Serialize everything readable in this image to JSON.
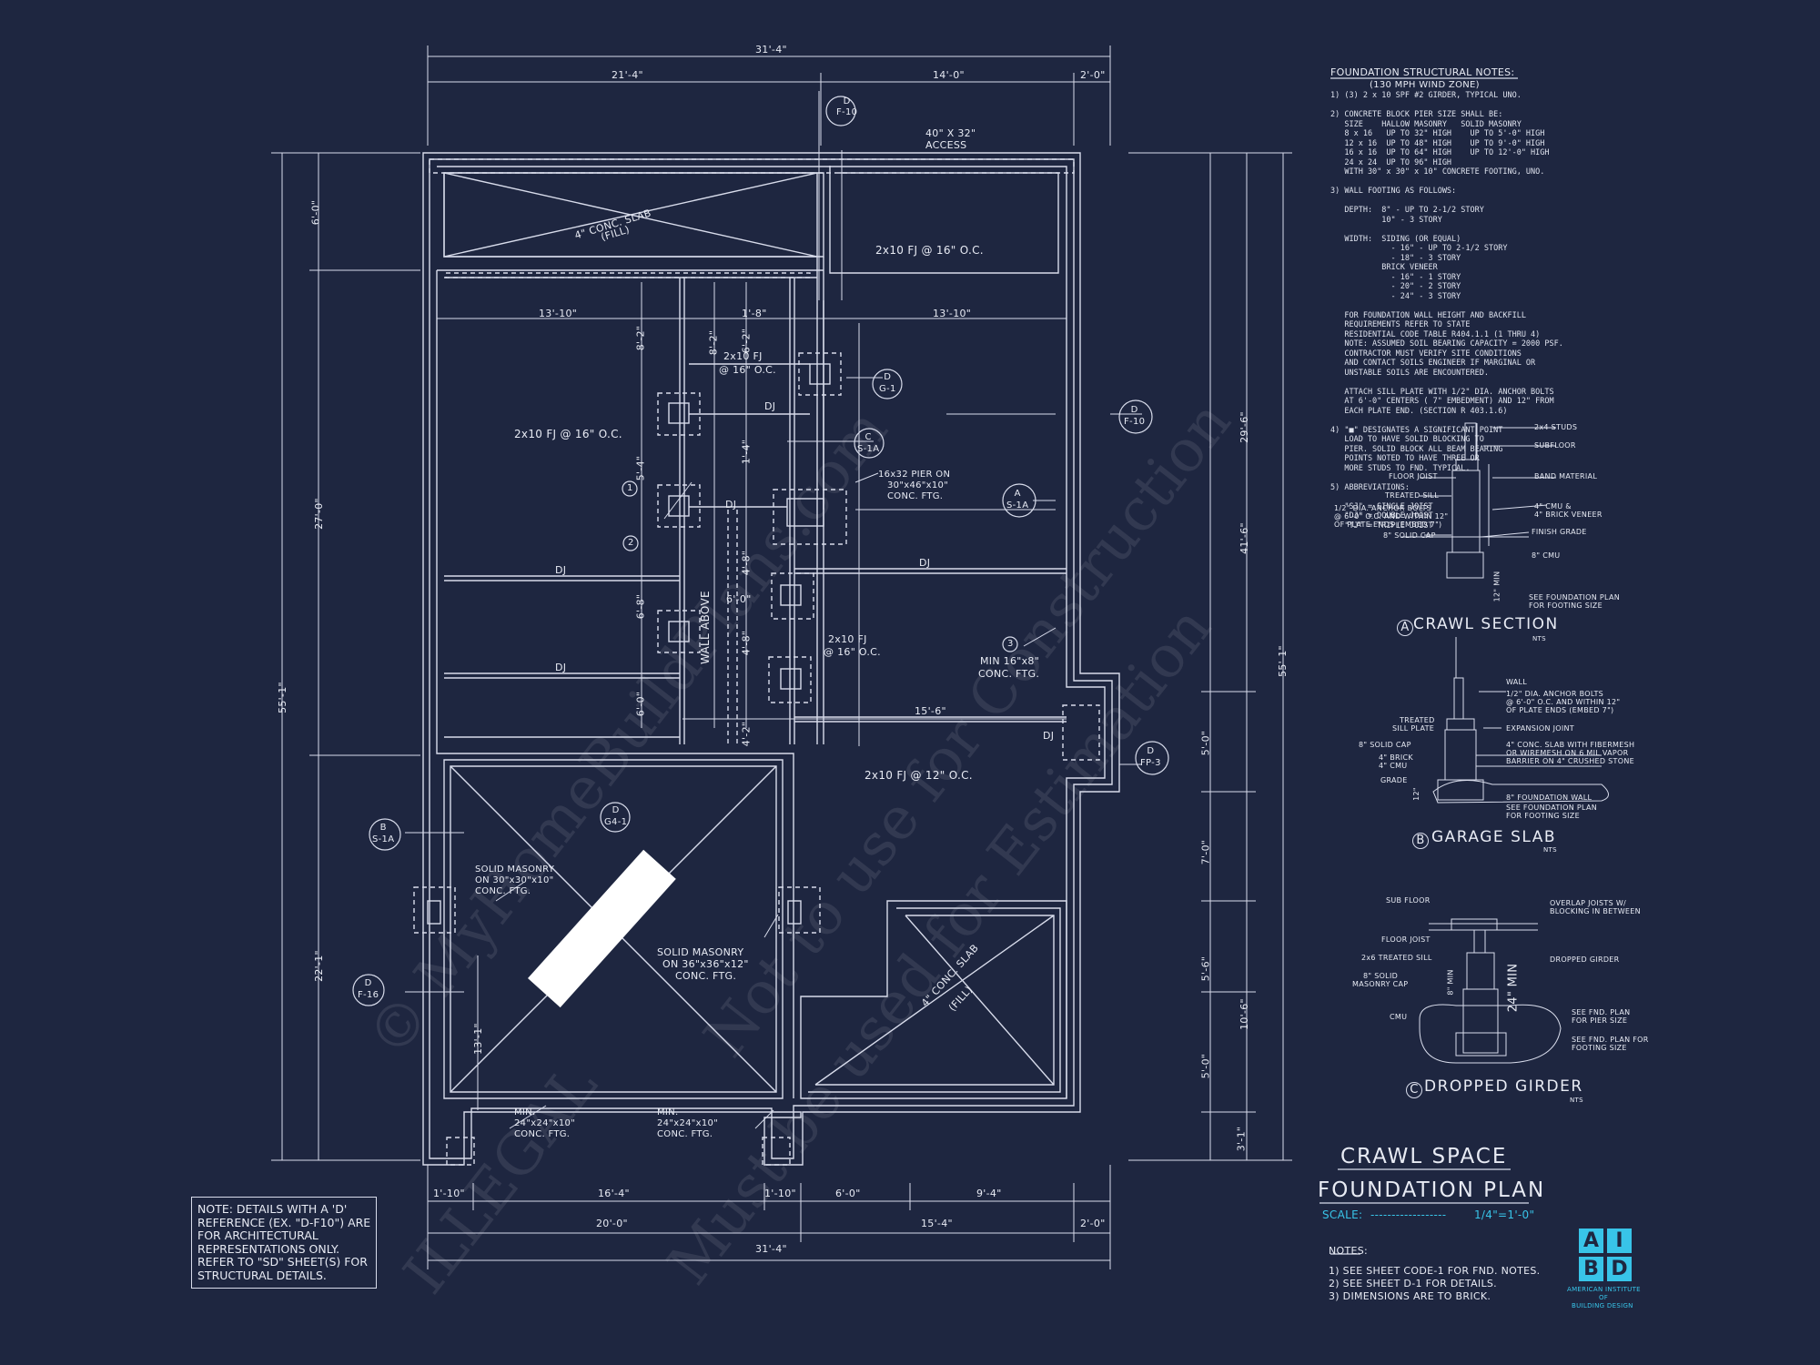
{
  "colors": {
    "background": "#1e2640",
    "lines": "#d8dceb",
    "accent": "#38c4e8",
    "watermark": "rgba(255,255,255,0.09)"
  },
  "dims": {
    "overall_top": "31'-4\"",
    "top_left": "21'-4\"",
    "top_mid": "14'-0\"",
    "top_right": "2'-0\"",
    "left_total": "55'-1\"",
    "left_top": "6'-0\"",
    "left_mid": "27'-0\"",
    "left_bot": "22'-1\"",
    "right_total": "55'-1\"",
    "right_a": "29'-6\"",
    "right_b": "41'-6\"",
    "right_c": "10'-6\"",
    "right_d": "3'-1\"",
    "right_s1": "5'-0\"",
    "right_s2": "7'-0\"",
    "right_s3": "5'-6\"",
    "right_s4": "5'-0\"",
    "b_1": "1'-10\"",
    "b_2": "16'-4\"",
    "b_3": "1'-10\"",
    "b_4": "6'-0\"",
    "b_5": "9'-4\"",
    "b_6": "20'-0\"",
    "b_7": "15'-4\"",
    "b_8": "2'-0\"",
    "overall_bottom": "31'-4\"",
    "in_13_10": "13'-10\"",
    "in_1_8": "1'-8\"",
    "in_13_10b": "13'-10\"",
    "in_15_6": "15'-6\"",
    "v_8_2a": "8'-2\"",
    "v_8_2b": "8'-2\"",
    "v_6_2": "6'-2\"",
    "v_5_4": "5'-4\"",
    "v_1_4": "1'-4\"",
    "v_4_8a": "4'-8\"",
    "v_6_8": "6'-8\"",
    "v_6_0": "6'-0\"",
    "v_4_8b": "4'-8\"",
    "v_6_0b": "6'-0\"",
    "v_4_2": "4'-2\"",
    "v_13_1": "13'-1\""
  },
  "labels": {
    "access": "40\" X 32\"",
    "access2": "ACCESS",
    "slab_top": "4\" CONC. SLAB",
    "slab_fill": "(FILL)",
    "fj_top": "2x10 FJ @ 16\" O.C.",
    "fj_left": "2x10 FJ @ 16\" O.C.",
    "fj_small": "2x10 FJ",
    "fj_small2": "@ 16\" O.C.",
    "fj_mid": "2x10 FJ",
    "fj_mid2": "@ 16\" O.C.",
    "fj_12": "2x10 FJ @ 12\" O.C.",
    "dj1": "DJ",
    "dj2": "DJ",
    "dj3": "DJ",
    "dj4": "DJ",
    "dj5": "DJ",
    "dj6": "DJ",
    "pier1": "16x32 PIER ON",
    "pier2": "30\"x46\"x10\"",
    "pier3": "CONC. FTG.",
    "minftg1": "MIN 16\"x8\"",
    "minftg2": "CONC. FTG.",
    "wall_above": "WALL ABOVE",
    "solid1a": "SOLID MASONRY",
    "solid1b": "ON 30\"x30\"x10\"",
    "solid1c": "CONC. FTG.",
    "solid2a": "SOLID MASONRY",
    "solid2b": "ON 36\"x36\"x12\"",
    "solid2c": "CONC. FTG.",
    "min1a": "MIN.",
    "min1b": "24\"x24\"x10\"",
    "min1c": "CONC. FTG.",
    "min2a": "MIN.",
    "min2b": "24\"x24\"x10\"",
    "min2c": "CONC. FTG.",
    "slab_bot": "4\" CONC. SLAB",
    "slab_bot_fill": "(FILL)"
  },
  "tags": {
    "d_f10_top": {
      "top": "D",
      "bot": "F-10"
    },
    "d_g1": {
      "top": "D",
      "bot": "G-1"
    },
    "c_s1a": {
      "top": "C",
      "bot": "S-1A"
    },
    "a_s1a": {
      "top": "A",
      "bot": "S-1A"
    },
    "d_f10_right": {
      "top": "D",
      "bot": "F-10"
    },
    "d_fp3": {
      "top": "D",
      "bot": "FP-3"
    },
    "b_s1a": {
      "top": "B",
      "bot": "S-1A"
    },
    "d_g4": {
      "top": "D",
      "bot": "G4-1"
    },
    "d_f16": {
      "top": "D",
      "bot": "F-16"
    },
    "n1": "1",
    "n2": "2",
    "n3": "3"
  },
  "note_box": "NOTE: DETAILS WITH A 'D'\nREFERENCE (EX. \"D-F10\") ARE\nFOR ARCHITECTURAL\nREPRESENTATIONS ONLY.\nREFER TO \"SD\" SHEET(S) FOR\nSTRUCTURAL DETAILS.",
  "structural_notes": {
    "title": "FOUNDATION STRUCTURAL NOTES:",
    "subtitle": "(130 MPH WIND ZONE)",
    "body": "1) (3) 2 x 10 SPF #2 GIRDER, TYPICAL UNO.\n\n2) CONCRETE BLOCK PIER SIZE SHALL BE:\n   SIZE    HALLOW MASONRY   SOLID MASONRY\n   8 x 16   UP TO 32\" HIGH    UP TO 5'-0\" HIGH\n   12 x 16  UP TO 48\" HIGH    UP TO 9'-0\" HIGH\n   16 x 16  UP TO 64\" HIGH    UP TO 12'-0\" HIGH\n   24 x 24  UP TO 96\" HIGH\n   WITH 30\" x 30\" x 10\" CONCRETE FOOTING, UNO.\n\n3) WALL FOOTING AS FOLLOWS:\n\n   DEPTH:  8\" - UP TO 2-1/2 STORY\n           10\" - 3 STORY\n\n   WIDTH:  SIDING (OR EQUAL)\n             - 16\" - UP TO 2-1/2 STORY\n             - 18\" - 3 STORY\n           BRICK VENEER\n             - 16\" - 1 STORY\n             - 20\" - 2 STORY\n             - 24\" - 3 STORY\n\n   FOR FOUNDATION WALL HEIGHT AND BACKFILL\n   REQUIREMENTS REFER TO STATE\n   RESIDENTIAL CODE TABLE R404.1.1 (1 THRU 4)\n   NOTE: ASSUMED SOIL BEARING CAPACITY = 2000 PSF.\n   CONTRACTOR MUST VERIFY SITE CONDITIONS\n   AND CONTACT SOILS ENGINEER IF MARGINAL OR\n   UNSTABLE SOILS ARE ENCOUNTERED.\n\n   ATTACH SILL PLATE WITH 1/2\" DIA. ANCHOR BOLTS\n   AT 6'-0\" CENTERS ( 7\" EMBEDMENT) AND 12\" FROM\n   EACH PLATE END. (SECTION R 403.1.6)\n\n4) \"■\" DESIGNATES A SIGNIFICANT POINT\n   LOAD TO HAVE SOLID BLOCKING TO\n   PIER. SOLID BLOCK ALL BEAM BEARING\n   POINTS NOTED TO HAVE THREE OR\n   MORE STUDS TO FND. TYPICAL.\n\n5) ABBREVIATIONS:\n\n   \"SJ\" = SINGLE JOIST\n   \"DJ\" = DOUBLE JOIST\n   \"TJ\" = TRIPLE JOIST"
  },
  "details": {
    "a_title": "CRAWL SECTION",
    "a_letter": "A",
    "a_nts": "NTS",
    "a_l1": "2x4 STUDS",
    "a_l2": "SUBFLOOR",
    "a_l3": "FLOOR JOIST",
    "a_l4": "BAND MATERIAL",
    "a_l5": "TREATED SILL",
    "a_l6": "4\" CMU &",
    "a_l6b": "4\" BRICK VENEER",
    "a_l7": "1/2\" DIA. ANCHOR BOLTS",
    "a_l7b": "@ 6'-0\" O.C. AND WITHIN 12\"",
    "a_l7c": "OF PLATE ENDS (EMBED 7\")",
    "a_l8": "8\" SOLID CAP",
    "a_l9": "FINISH GRADE",
    "a_l10": "8\" CMU",
    "a_l11": "SEE FOUNDATION PLAN",
    "a_l11b": "FOR FOOTING SIZE",
    "a_l12": "12\" MIN",
    "b_title": "GARAGE SLAB",
    "b_letter": "B",
    "b_nts": "NTS",
    "b_l1": "WALL",
    "b_l2": "1/2\" DIA. ANCHOR BOLTS",
    "b_l2b": "@ 6'-0\" O.C. AND WITHIN 12\"",
    "b_l2c": "OF PLATE ENDS (EMBED 7\")",
    "b_l3": "TREATED",
    "b_l3b": "SILL PLATE",
    "b_l4": "EXPANSION JOINT",
    "b_l5": "8\" SOLID CAP",
    "b_l6": "4\" CONC. SLAB WITH FIBERMESH",
    "b_l6b": "OR WIREMESH ON 6 MIL VAPOR",
    "b_l6c": "BARRIER ON 4\" CRUSHED STONE",
    "b_l7": "4\" BRICK",
    "b_l7b": "4\" CMU",
    "b_l8": "GRADE",
    "b_l9": "8\" FOUNDATION WALL",
    "b_l10": "SEE FOUNDATION PLAN",
    "b_l10b": "FOR FOOTING SIZE",
    "b_l11": "12\"",
    "c_title": "DROPPED GIRDER",
    "c_letter": "C",
    "c_nts": "NTS",
    "c_l1": "SUB FLOOR",
    "c_l2": "OVERLAP JOISTS W/",
    "c_l2b": "BLOCKING IN BETWEEN",
    "c_l3": "FLOOR JOIST",
    "c_l4": "2x6 TREATED SILL",
    "c_l5": "DROPPED GIRDER",
    "c_l6": "8\" SOLID",
    "c_l6b": "MASONRY CAP",
    "c_l7": "CMU",
    "c_l8": "SEE FND. PLAN",
    "c_l8b": "FOR PIER SIZE",
    "c_l9": "SEE FND. PLAN FOR",
    "c_l9b": "FOOTING SIZE",
    "c_l10": "8\" MIN",
    "c_l11": "24\" MIN"
  },
  "plan_title": {
    "line1": "CRAWL SPACE",
    "line2": "FOUNDATION PLAN",
    "scale_label": "SCALE:",
    "scale_dashes": "------------------",
    "scale_value": "1/4\"=1'-0\""
  },
  "notes": {
    "title": "NOTES:",
    "n1": "1)  SEE SHEET CODE-1 FOR FND. NOTES.",
    "n2": "2)  SEE SHEET D-1 FOR DETAILS.",
    "n3": "3)  DIMENSIONS ARE TO BRICK."
  },
  "logo": {
    "a": "A",
    "i": "I",
    "b": "B",
    "d": "D",
    "line1": "AMERICAN INSTITUTE",
    "line2": "OF",
    "line3": "BUILDING DESIGN"
  },
  "watermarks": {
    "w1": "© MyHomeBuildPlans.com",
    "w2": "Not to use for Construction",
    "w3": "Must be used for Estimation",
    "w4": "ILLEGAL"
  }
}
